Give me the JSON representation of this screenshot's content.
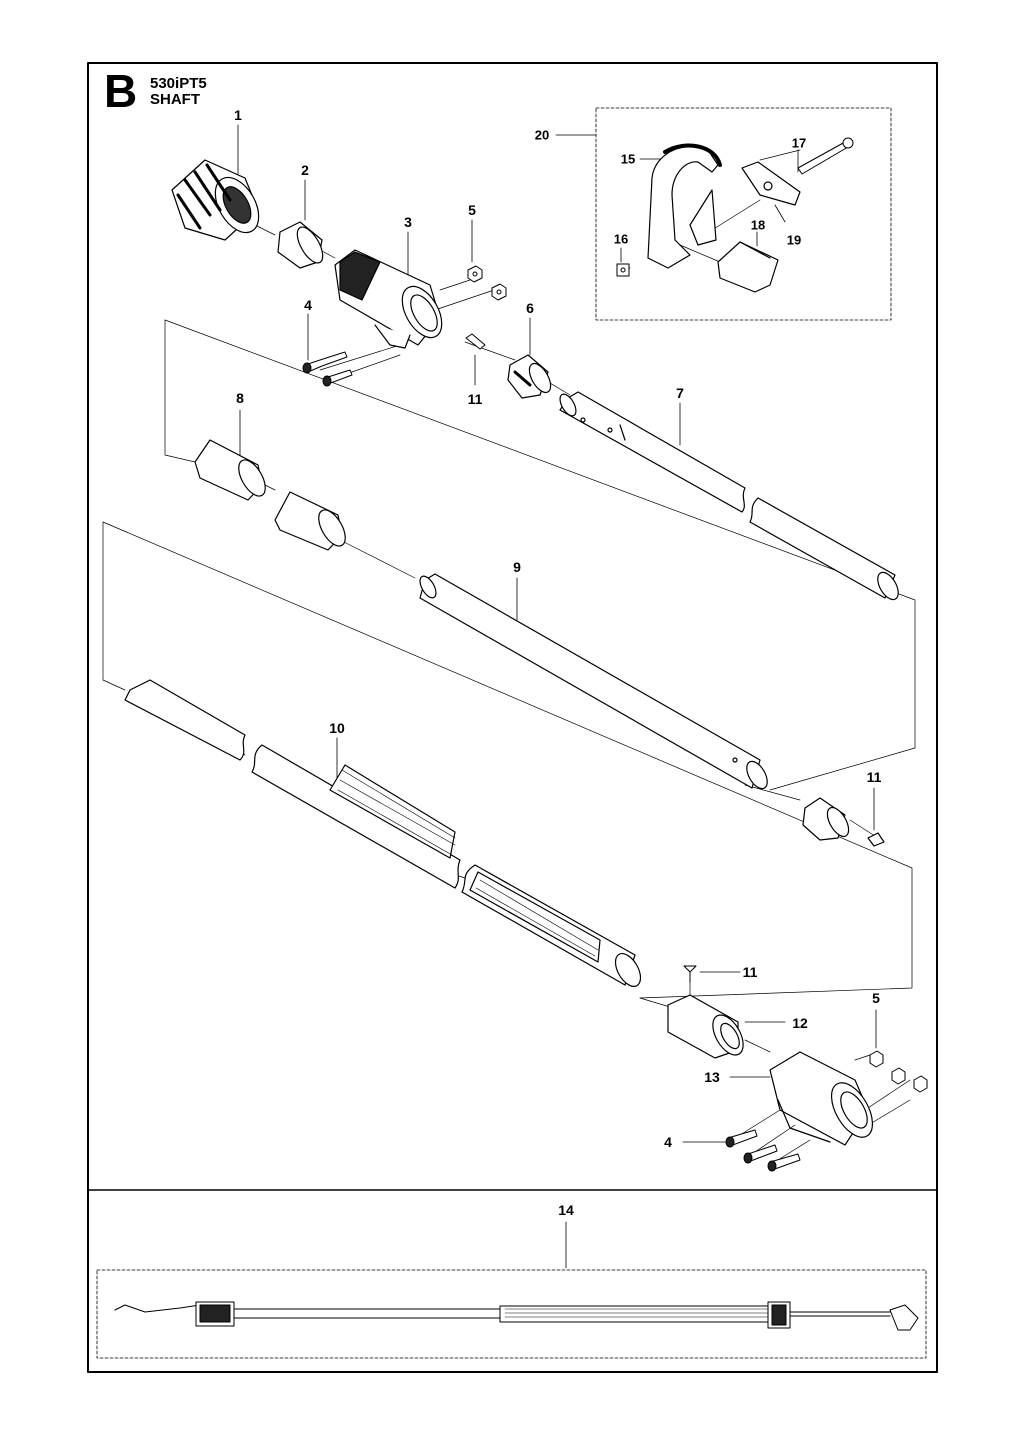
{
  "header": {
    "section_letter": "B",
    "model": "530iPT5",
    "assembly": "SHAFT"
  },
  "callouts": {
    "c1": "1",
    "c2": "2",
    "c3": "3",
    "c4a": "4",
    "c5a": "5",
    "c6": "6",
    "c7": "7",
    "c8": "8",
    "c9": "9",
    "c10": "10",
    "c11a": "11",
    "c11b": "11",
    "c11c": "11",
    "c12": "12",
    "c13": "13",
    "c4b": "4",
    "c5b": "5",
    "c14": "14",
    "c15": "15",
    "c16": "16",
    "c17": "17",
    "c18": "18",
    "c19": "19",
    "c20": "20"
  },
  "icons": [
    "hanger-hook-icon",
    "shaft-tube-icon",
    "coupling-icon",
    "grip-icon",
    "screw-icon",
    "nut-icon"
  ]
}
